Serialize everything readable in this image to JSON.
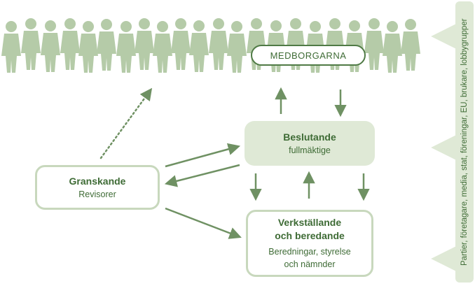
{
  "citizens": {
    "label": "MEDBORGARNA"
  },
  "decision_body": {
    "title": "Beslutande",
    "subtitle": "fullmäktige"
  },
  "audit_body": {
    "title": "Granskande",
    "subtitle": "Revisorer"
  },
  "executive_body": {
    "title_line1": "Verkställande",
    "title_line2": "och beredande",
    "subtitle_line1": "Beredningar, styrelse",
    "subtitle_line2": "och nämnder"
  },
  "influencers": {
    "label": "Partier, företagare, media, stat, föreningar, EU, brukare, lobbygrupper"
  },
  "colors": {
    "dark_green": "#4f7a45",
    "mid_green": "#6f9163",
    "light_green": "#c8d8bd",
    "pale_green": "#dfe9d6",
    "silhouette_green": "#b5cba8"
  }
}
